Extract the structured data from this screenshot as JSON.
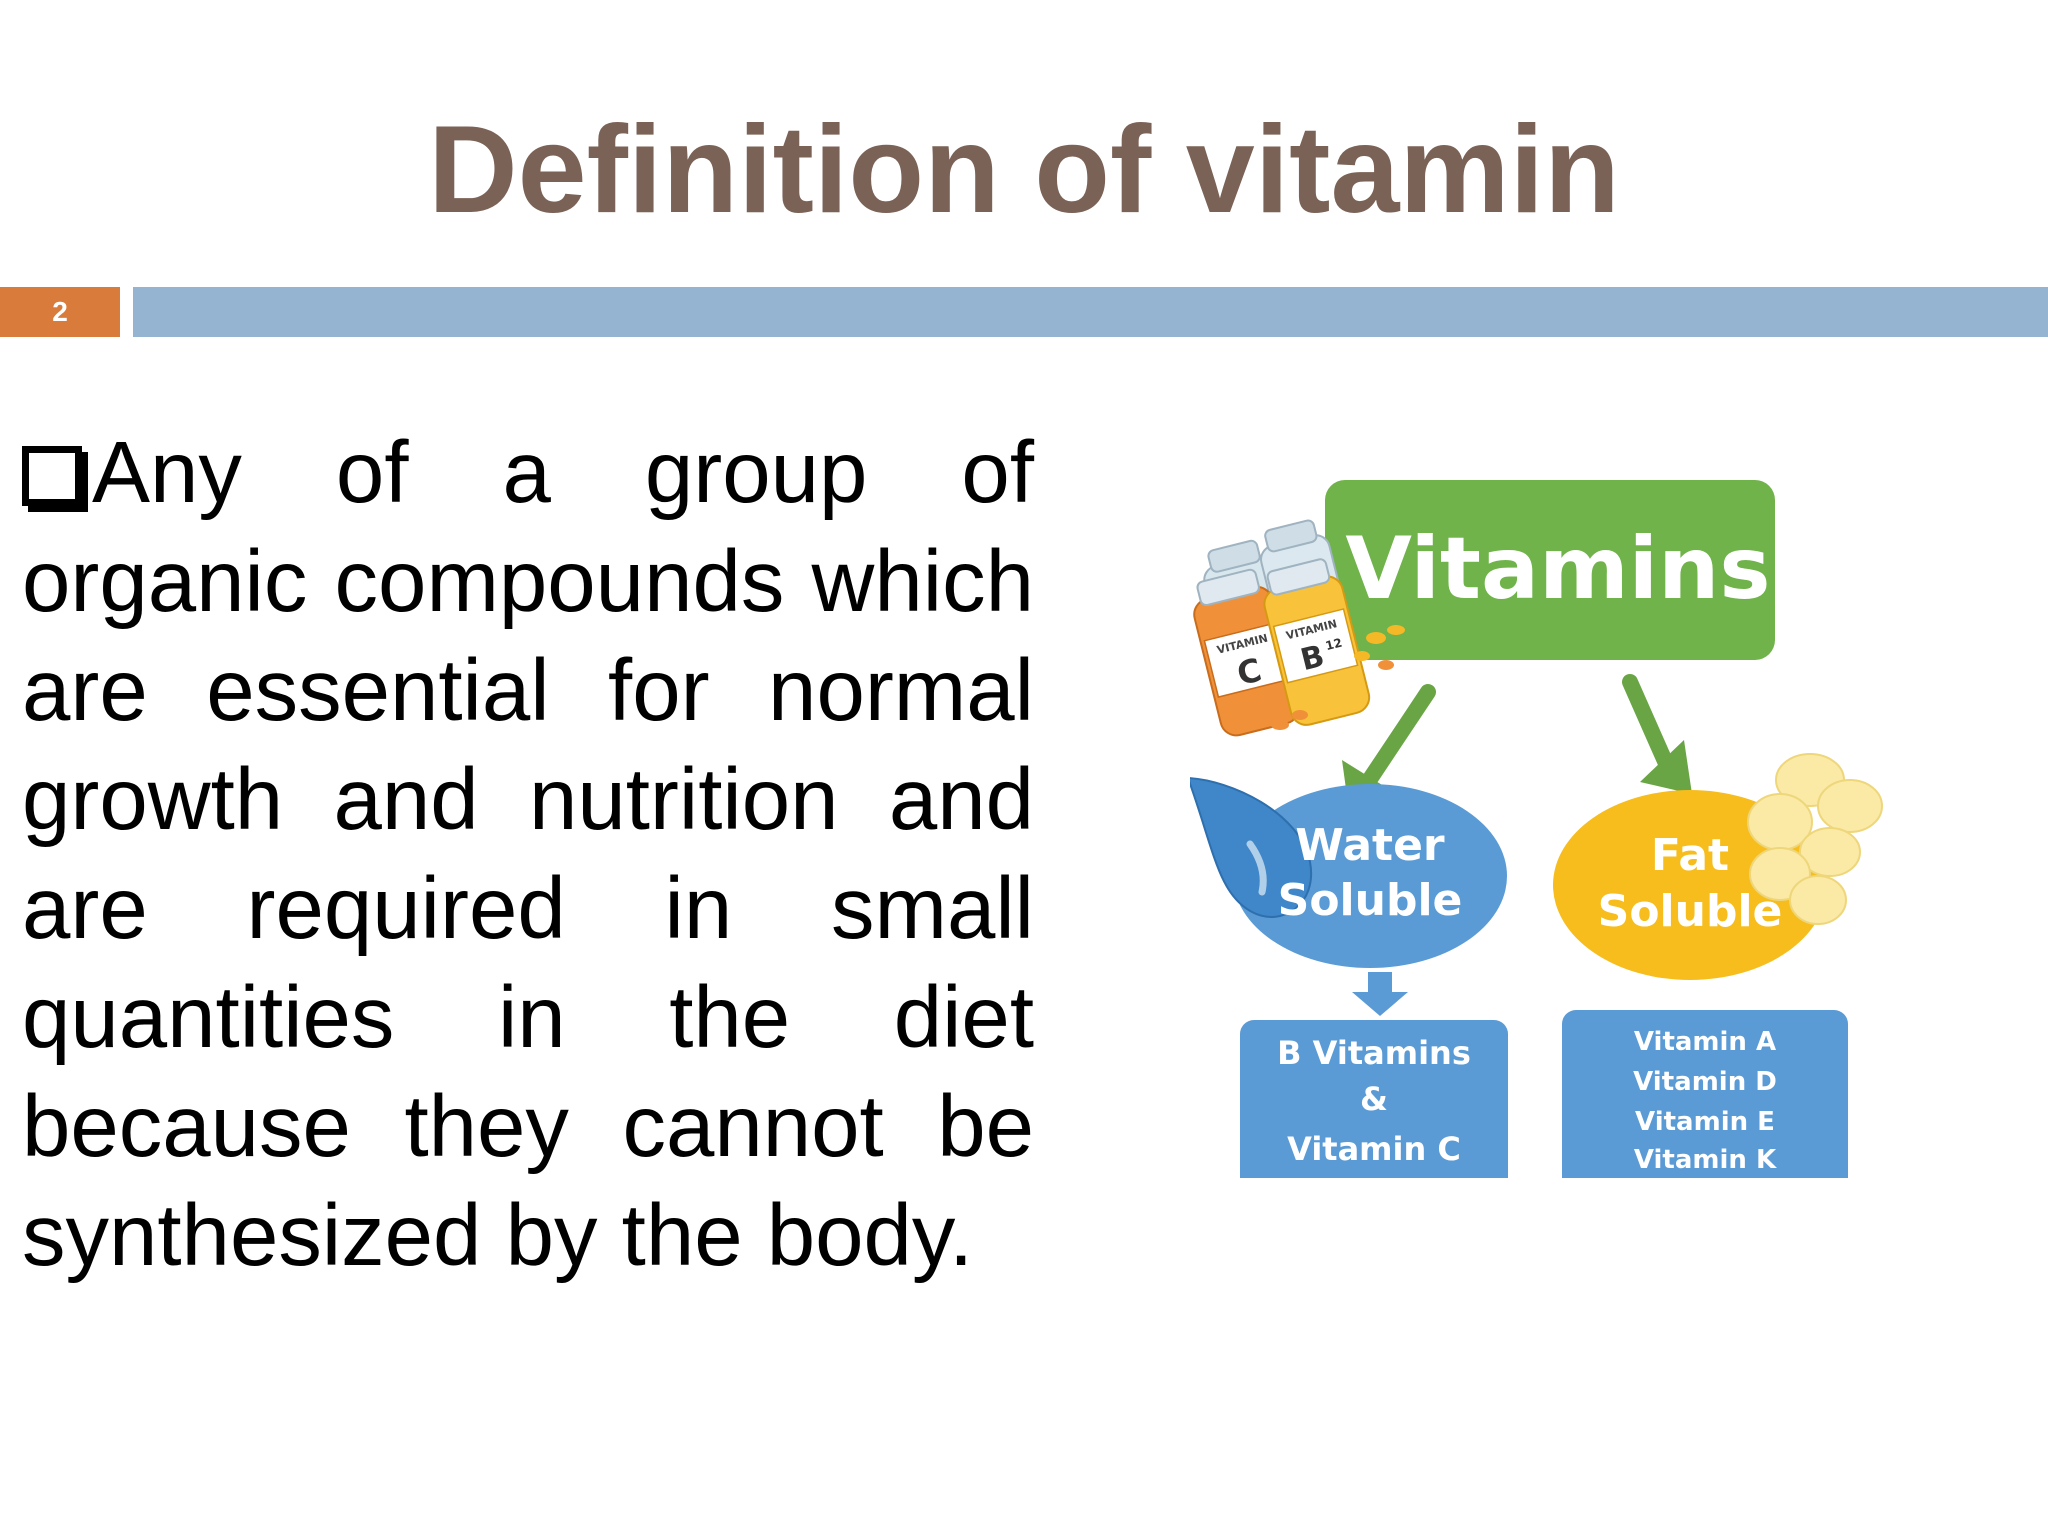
{
  "slide": {
    "title": "Definition of vitamin",
    "number": "2",
    "definition": "Any of a group of organic compounds which are essential for normal growth and nutrition and are required in small quantities in the diet because they cannot be synthesized by the body."
  },
  "diagram": {
    "root_label": "Vitamins",
    "bottle_label_left": "VITAMIN",
    "bottle_letter_left": "C",
    "bottle_label_right": "VITAMIN",
    "bottle_letter_right": "B",
    "bottle_sub_right": "12",
    "water": {
      "line1": "Water",
      "line2": "Soluble"
    },
    "fat": {
      "line1": "Fat",
      "line2": "Soluble"
    },
    "water_box": {
      "line1": "B Vitamins",
      "line2": "&",
      "line3": "Vitamin C"
    },
    "fat_box": {
      "line1": "Vitamin A",
      "line2": "Vitamin D",
      "line3": "Vitamin E",
      "line4": "Vitamin K"
    },
    "colors": {
      "root_green": "#6fb34a",
      "arrow_green": "#6aa545",
      "water_blue": "#5a9bd5",
      "fat_yellow": "#f6bd1d",
      "box_blue": "#5b9bd5",
      "fat_drop": "#fbe9a6"
    }
  }
}
